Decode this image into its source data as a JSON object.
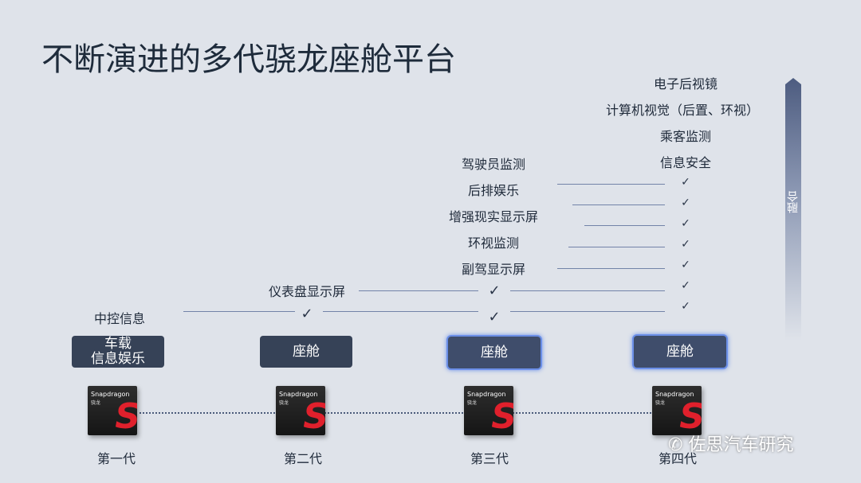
{
  "title": "不断演进的多代骁龙座舱平台",
  "features": {
    "col4": [
      "电子后视镜",
      "计算机视觉（后置、环视）",
      "乘客监测",
      "信息安全"
    ],
    "col3": [
      "驾驶员监测",
      "后排娱乐",
      "增强现实显示屏",
      "环视监测",
      "副驾显示屏"
    ],
    "col2": [
      "仪表盘显示屏"
    ],
    "col1": [
      "中控信息"
    ]
  },
  "check": "✓",
  "generations": [
    {
      "box": "车载\n信息娱乐",
      "label": "第一代"
    },
    {
      "box": "座舱",
      "label": "第二代"
    },
    {
      "box": "座舱",
      "label": "第三代"
    },
    {
      "box": "座舱",
      "label": "第四代"
    }
  ],
  "chip": {
    "brand": "Snapdragon",
    "sub": "骁龙",
    "logo": "S"
  },
  "arrow_label": "融合",
  "watermark": "佐思汽车研究",
  "colors": {
    "background": "#dfe3ea",
    "box": "#364257",
    "glow": "#6b8fe8",
    "chip_red": "#e0202c"
  }
}
